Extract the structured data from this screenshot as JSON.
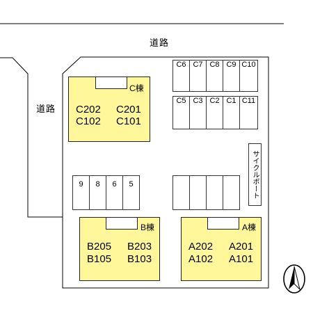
{
  "roads": {
    "top": "道路",
    "left": "道路"
  },
  "buildings": {
    "c": {
      "label": "C棟",
      "units": [
        "C202",
        "C201",
        "C102",
        "C101"
      ]
    },
    "b": {
      "label": "B棟",
      "units": [
        "B205",
        "B203",
        "B105",
        "B103"
      ]
    },
    "a": {
      "label": "A棟",
      "units": [
        "A202",
        "A201",
        "A102",
        "A101"
      ]
    }
  },
  "parking": {
    "c_top": [
      "C6",
      "C7",
      "C8",
      "C9",
      "C10"
    ],
    "c_bottom": [
      "C5",
      "C3",
      "C2",
      "C1",
      "C11"
    ],
    "numbered": [
      "9",
      "8",
      "6",
      "5"
    ],
    "blank": [
      "",
      "",
      "",
      ""
    ]
  },
  "bicycle_parking": "サイクルポート",
  "north_icon": "north-arrow-icon"
}
